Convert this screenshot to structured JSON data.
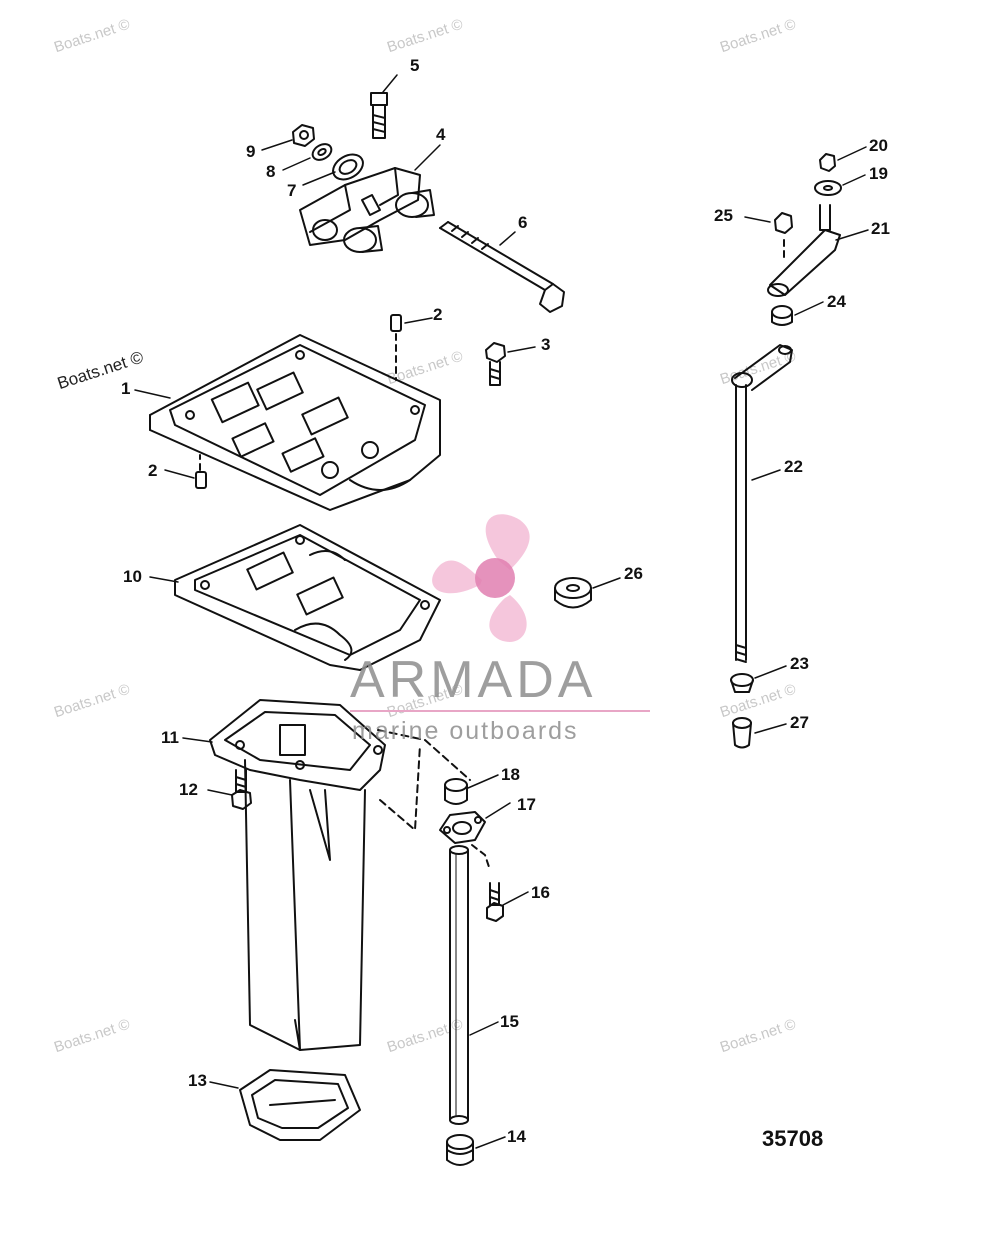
{
  "watermark": "Boats.net ©",
  "logo": {
    "word": "ARMADA",
    "tagline": "marine outboards",
    "accent_color": "#e07fb0"
  },
  "diagram_number": "35708",
  "callouts": [
    {
      "label": "1"
    },
    {
      "label": "2"
    },
    {
      "label": "2"
    },
    {
      "label": "3"
    },
    {
      "label": "4"
    },
    {
      "label": "5"
    },
    {
      "label": "6"
    },
    {
      "label": "7"
    },
    {
      "label": "8"
    },
    {
      "label": "9"
    },
    {
      "label": "10"
    },
    {
      "label": "11"
    },
    {
      "label": "12"
    },
    {
      "label": "13"
    },
    {
      "label": "14"
    },
    {
      "label": "15"
    },
    {
      "label": "16"
    },
    {
      "label": "17"
    },
    {
      "label": "18"
    },
    {
      "label": "19"
    },
    {
      "label": "20"
    },
    {
      "label": "21"
    },
    {
      "label": "22"
    },
    {
      "label": "23"
    },
    {
      "label": "24"
    },
    {
      "label": "25"
    },
    {
      "label": "26"
    },
    {
      "label": "27"
    }
  ]
}
